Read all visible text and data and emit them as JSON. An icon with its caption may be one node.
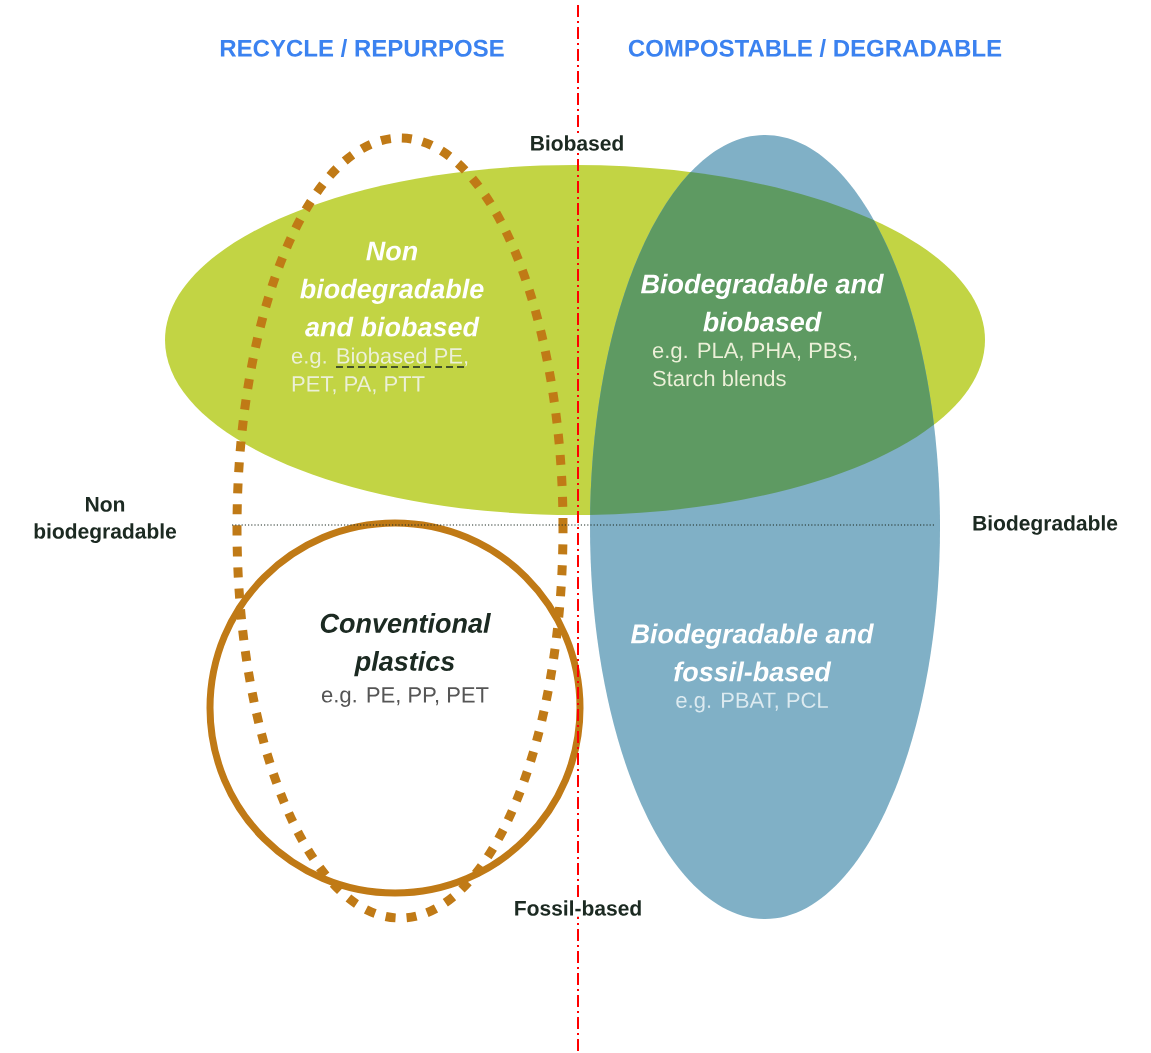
{
  "diagram": {
    "nodes": [
      {
        "text": [
          "Non biodegradable and biobased",
          "e.g. Biobased PE, PET, PA, PTT"
        ]
      },
      {
        "text": [
          "Biodegradable and biobased",
          "e.g. PLA, PHA, PBS, Starch blends"
        ]
      },
      {
        "text": [
          "Conventional plastics",
          "e.g. PE, PP, PET"
        ]
      },
      {
        "text": [
          "Biodegradable and fossil-based",
          "e.g. PBAT, PCL"
        ]
      }
    ],
    "labels": [
      "RECYCLE / REPURPOSE",
      "COMPOSTABLE / DEGRADABLE",
      "Biobased",
      "Non biodegradable",
      "Biodegradable",
      "Fossil-based"
    ]
  }
}
